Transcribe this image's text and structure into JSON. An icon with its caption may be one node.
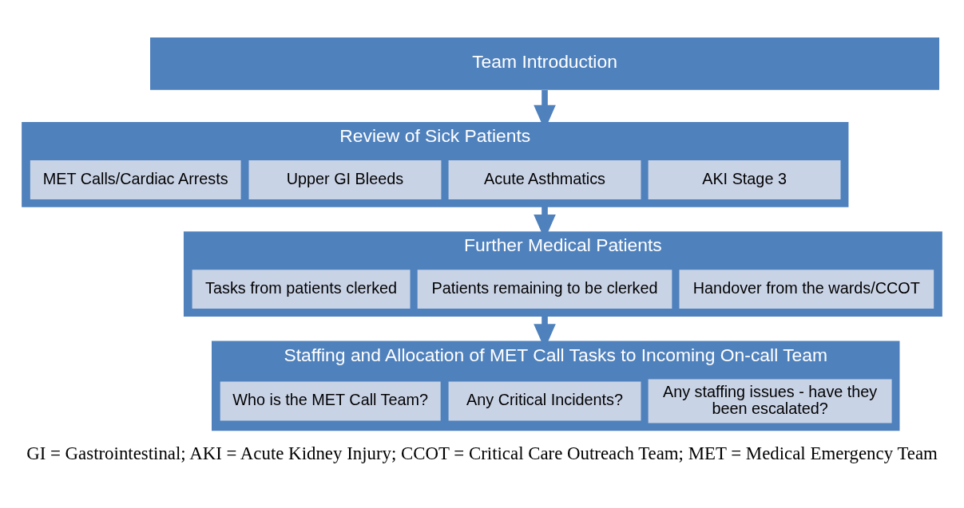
{
  "diagram": {
    "caption": "GI = Gastrointestinal; AKI = Acute Kidney Injury; CCOT = Critical Care Outreach Team; MET = Medical Emergency Team",
    "nodes": [
      {
        "text": [
          "Team Introduction"
        ]
      },
      {
        "text": [
          "Review of Sick Patients"
        ]
      },
      {
        "text": [
          "MET Calls/Cardiac Arrests"
        ],
        "in": 1
      },
      {
        "text": [
          "Upper GI Bleeds"
        ],
        "in": 1
      },
      {
        "text": [
          "Acute Asthmatics"
        ],
        "in": 1
      },
      {
        "text": [
          "AKI Stage 3"
        ],
        "in": 1
      },
      {
        "text": [
          "Further Medical Patients"
        ]
      },
      {
        "text": [
          "Tasks from patients clerked"
        ],
        "in": 6
      },
      {
        "text": [
          "Patients remaining to be clerked"
        ],
        "in": 6
      },
      {
        "text": [
          "Handover from the wards/CCOT"
        ],
        "in": 6
      },
      {
        "text": [
          "Staffing and Allocation of MET Call Tasks to Incoming On-call Team"
        ]
      },
      {
        "text": [
          "Who is the MET Call Team?"
        ],
        "in": 10
      },
      {
        "text": [
          "Any Critical Incidents?"
        ],
        "in": 10
      },
      {
        "text": [
          "Any staffing issues - have they been escalated?"
        ],
        "in": 10
      }
    ],
    "edges": [
      {
        "from": 0,
        "to": 1,
        "arrow": "to"
      },
      {
        "from": 1,
        "to": 6,
        "arrow": "to"
      },
      {
        "from": 6,
        "to": 10,
        "arrow": "to"
      }
    ]
  }
}
